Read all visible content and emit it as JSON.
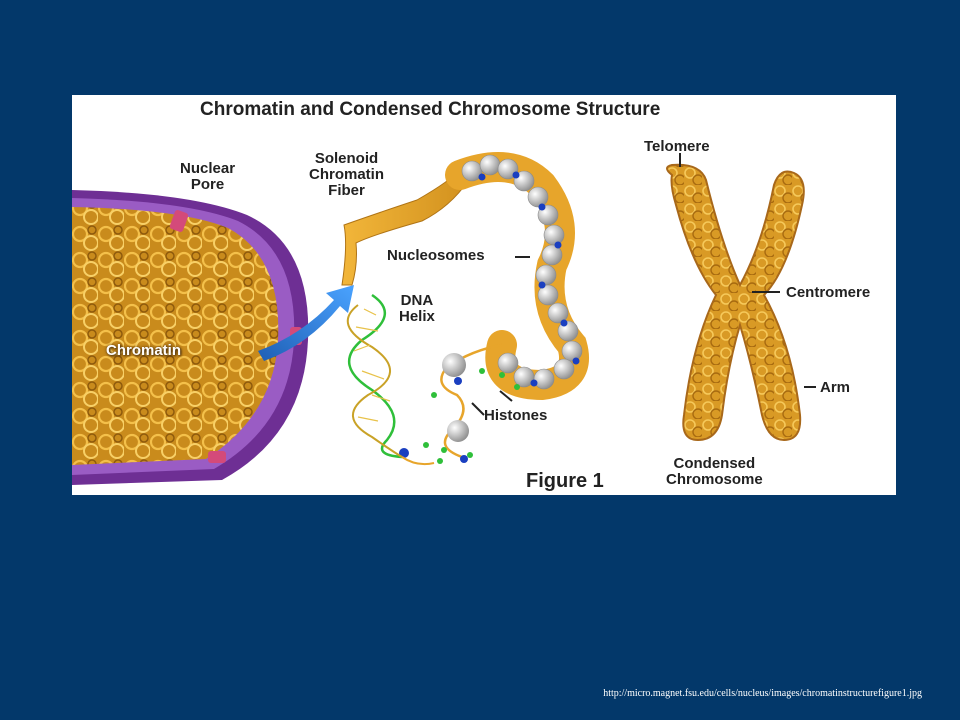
{
  "figure": {
    "title": "Chromatin and Condensed Chromosome Structure",
    "figure_number": "Figure 1",
    "labels": {
      "nuclear_pore": [
        "Nuclear",
        "Pore"
      ],
      "chromatin": "Chromatin",
      "solenoid": [
        "Solenoid",
        "Chromatin",
        "Fiber"
      ],
      "nucleosomes": "Nucleosomes",
      "dna_helix": [
        "DNA",
        "Helix"
      ],
      "histones": "Histones",
      "telomere": "Telomere",
      "centromere": "Centromere",
      "arm": "Arm",
      "condensed_chromosome": [
        "Condensed",
        "Chromosome"
      ]
    }
  },
  "footer": {
    "source_url": "http://micro.magnet.fsu.edu/cells/nucleus/images/chromatinstructurefigure1.jpg"
  },
  "colors": {
    "background": "#03386a",
    "chromatin_gold": "#e8a82a",
    "membrane_purple": "#8a4bb0",
    "nuclear_pore_pink": "#d44a7a",
    "arrow_blue": "#2a7fd6",
    "histone_blue": "#1a3fc0",
    "dna_green": "#2fbf3a",
    "nucleosome_grey": "#c8c8c8"
  }
}
